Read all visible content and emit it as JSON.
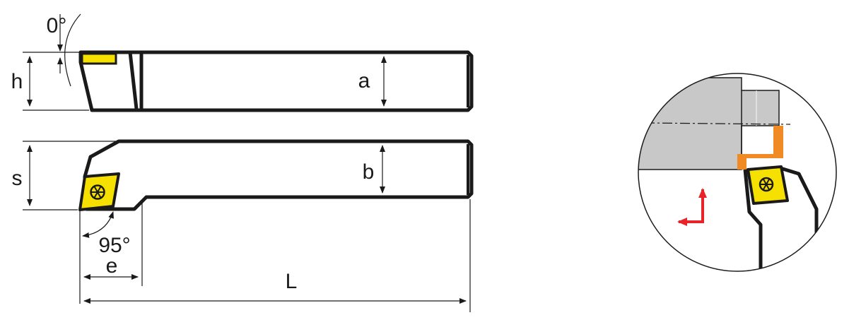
{
  "labels": {
    "angle_top": "0°",
    "h": "h",
    "a": "a",
    "s": "s",
    "b": "b",
    "angle_bottom": "95°",
    "e": "e",
    "L": "L"
  },
  "colors": {
    "insert_yellow": "#f5e000",
    "insert_orange": "#f08a24",
    "work_gray": "#c8c8c8",
    "arrow_red": "#e8242a",
    "outline": "#1a1a1a"
  },
  "icons": {
    "insert_symbol": "hexagon-asterisk-icon",
    "direction_arrows": "feed-direction-arrows-icon"
  }
}
